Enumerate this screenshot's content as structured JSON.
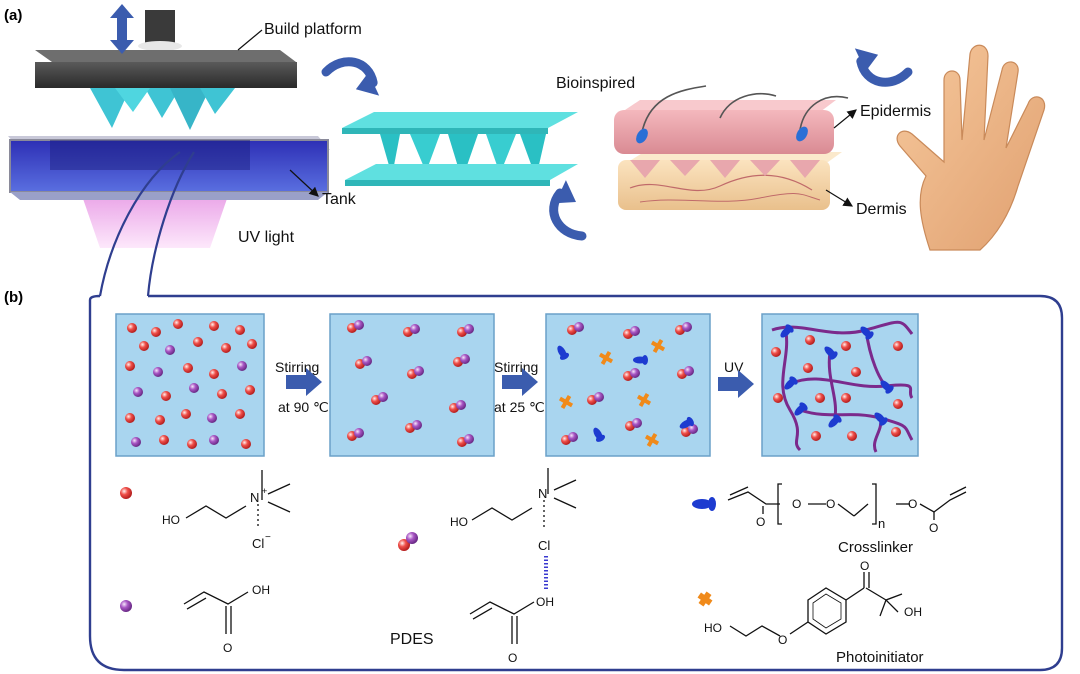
{
  "panels": {
    "a": "(a)",
    "b": "(b)"
  },
  "printer": {
    "build_platform": "Build platform",
    "tank": "Tank",
    "uv_light": "UV light"
  },
  "skin": {
    "bioinspired": "Bioinspired",
    "epidermis": "Epidermis",
    "dermis": "Dermis"
  },
  "process": {
    "step1_top": "Stirring",
    "step1_bottom": "at 90 ℃",
    "step2_top": "Stirring",
    "step2_bottom": "at 25 ℃",
    "step3": "UV"
  },
  "legend": {
    "choline": {
      "cation": "N",
      "charge": "+",
      "ho": "HO",
      "anion": "Cl",
      "anion_charge": "−"
    },
    "acrylic_acid": {
      "oh": "OH",
      "o": "O"
    },
    "pdes": {
      "label": "PDES",
      "ho": "HO",
      "cation": "N",
      "anion": "Cl",
      "oh": "OH",
      "o": "O"
    },
    "crosslinker": {
      "label": "Crosslinker",
      "o": "O",
      "n": "n"
    },
    "photoinitiator": {
      "label": "Photoinitiator",
      "ho": "HO",
      "oh": "OH",
      "o": "O"
    }
  },
  "colors": {
    "arrow_blue": "#3b5cae",
    "frame": "#2f3e8f",
    "box_fill": "#a9d5ef",
    "cyan_structure": "#3fd0d0",
    "red_particle": "#e33b3b",
    "purple_particle": "#9b3fb3",
    "orange_photoinitiator": "#f08a1a",
    "crosslinker_blue": "#1d3bd0"
  }
}
